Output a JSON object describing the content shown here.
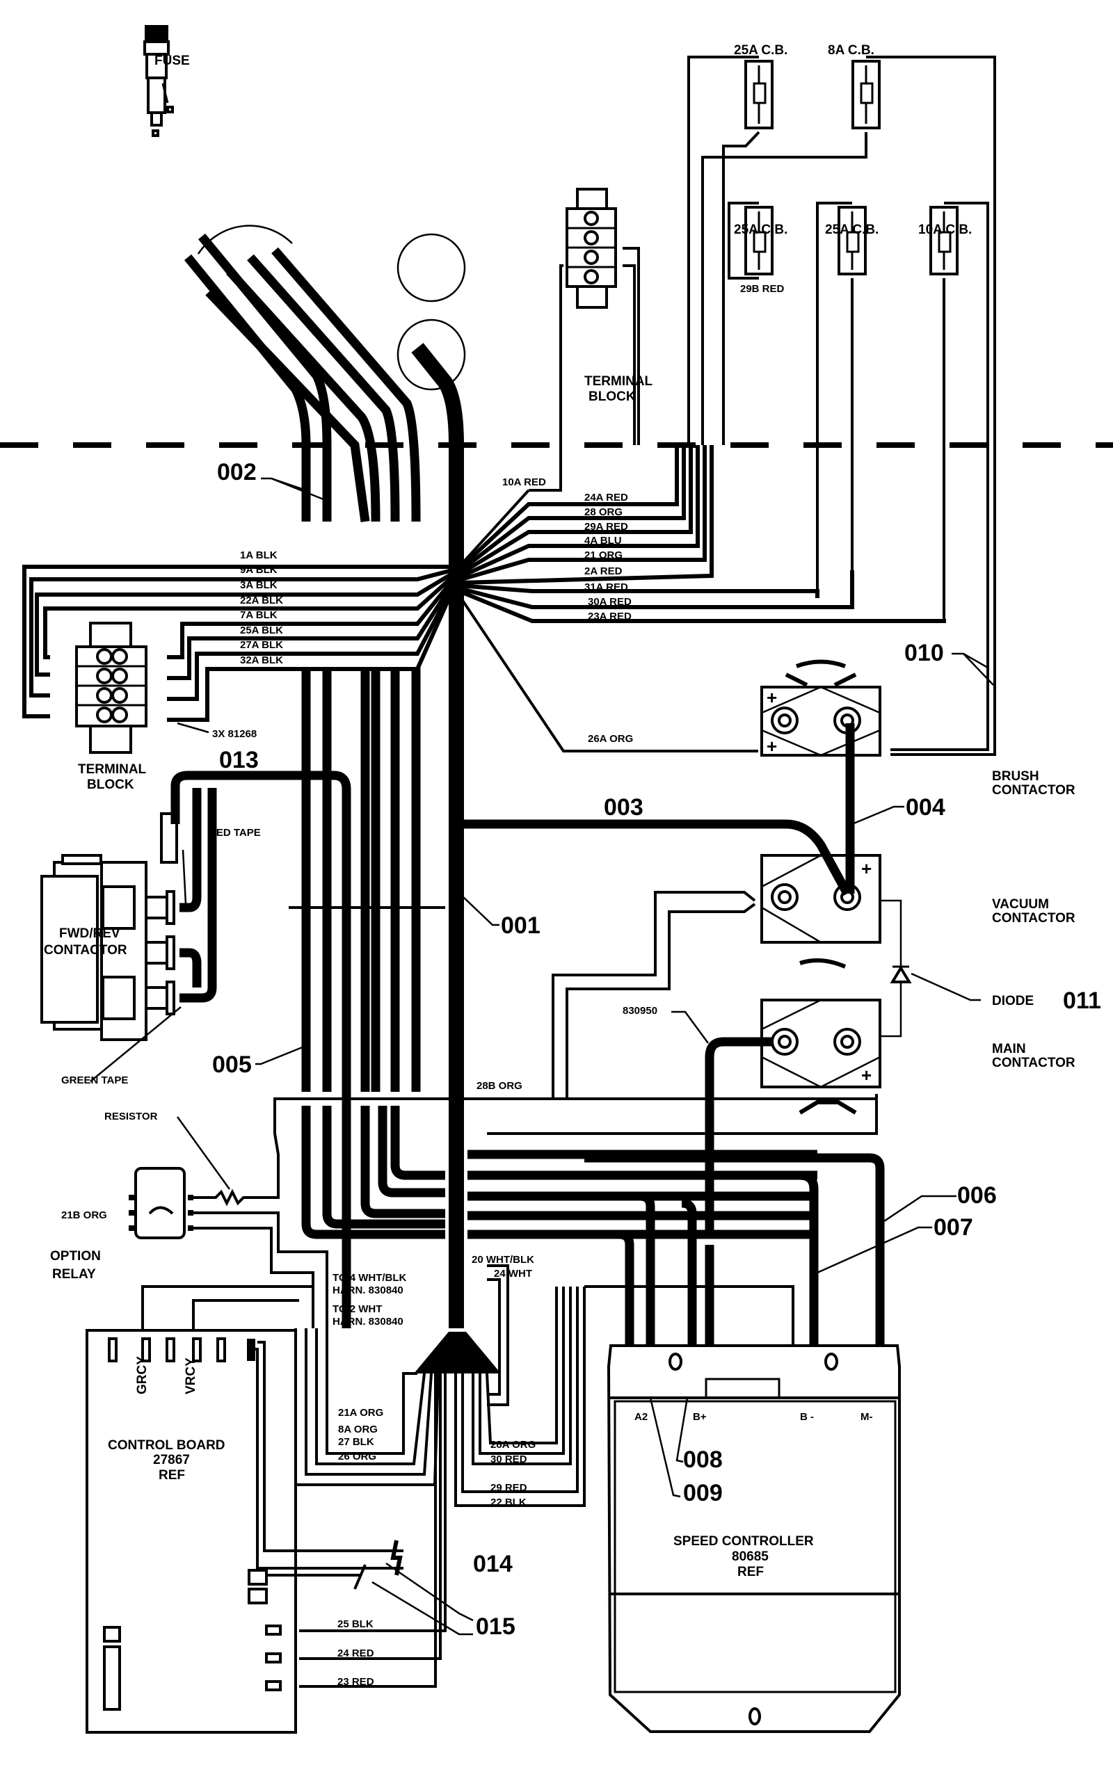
{
  "diagram": {
    "title": "Wiring harness diagram",
    "colors": {
      "ink": "#000000",
      "paper": "#ffffff"
    },
    "components": {
      "fuse": "FUSE",
      "cb_top_left": "25A C.B.",
      "cb_top_right": "8A C.B.",
      "cb_mid_left": "25A C.B.",
      "cb_mid_center": "25A C.B.",
      "cb_mid_right": "10A C.B.",
      "cb_29b": "29B RED",
      "terminal_block_top": [
        "TERMINAL",
        "BLOCK"
      ],
      "terminal_block_left": [
        "TERMINAL",
        "BLOCK"
      ],
      "terminal_block_left_note": "3X 81268",
      "fwd_rev_contactor": [
        "FWD/REV",
        "CONTACTOR"
      ],
      "red_tape": "RED TAPE",
      "green_tape": "GREEN TAPE",
      "brush_contactor": [
        "BRUSH",
        "CONTACTOR"
      ],
      "vacuum_contactor": [
        "VACUUM",
        "CONTACTOR"
      ],
      "main_contactor": [
        "MAIN",
        "CONTACTOR"
      ],
      "diode": "DIODE",
      "resistor": "RESISTOR",
      "option_relay": [
        "OPTION",
        "RELAY"
      ],
      "option_relay_wire": "21B ORG",
      "control_board": [
        "CONTROL BOARD",
        "27867",
        "REF"
      ],
      "control_board_pins": [
        "GRCY",
        "VRCY"
      ],
      "speed_controller": [
        "SPEED CONTROLLER",
        "80685",
        "REF"
      ],
      "speed_controller_terminals": [
        "A2",
        "B+",
        "B -",
        "M-"
      ],
      "harness_note_1": [
        "TO 4 WHT/BLK",
        "HARN. 830840"
      ],
      "harness_note_2": [
        "TO 2 WHT",
        "HARN. 830840"
      ],
      "cable_830950": "830950"
    },
    "callouts": [
      "001",
      "002",
      "003",
      "004",
      "005",
      "006",
      "007",
      "008",
      "009",
      "010",
      "011",
      "013",
      "014",
      "015"
    ],
    "wires_left_fan": [
      "1A  BLK",
      "9A  BLK",
      "3A  BLK",
      "22A BLK",
      "7A BLK",
      "25A BLK",
      "27A BLK",
      "32A BLK"
    ],
    "wires_right_fan": [
      "24A RED",
      "28  ORG",
      "29A  RED",
      "4A  BLU",
      "21 ORG",
      "2A  RED",
      "31A RED",
      "30A RED",
      "23A RED"
    ],
    "wire_10a": "10A RED",
    "wire_26a": "26A ORG",
    "wire_28b": "28B ORG",
    "wires_lower_left": [
      "21A ORG",
      "8A ORG",
      "27 BLK",
      "26 ORG"
    ],
    "wires_lower_right": [
      "28A ORG",
      "30 RED",
      "29 RED",
      "22 BLK"
    ],
    "wires_harness_branch": [
      "20 WHT/BLK",
      "24 WHT"
    ],
    "wires_control_board": [
      "25 BLK",
      "24 RED",
      "23 RED"
    ]
  }
}
